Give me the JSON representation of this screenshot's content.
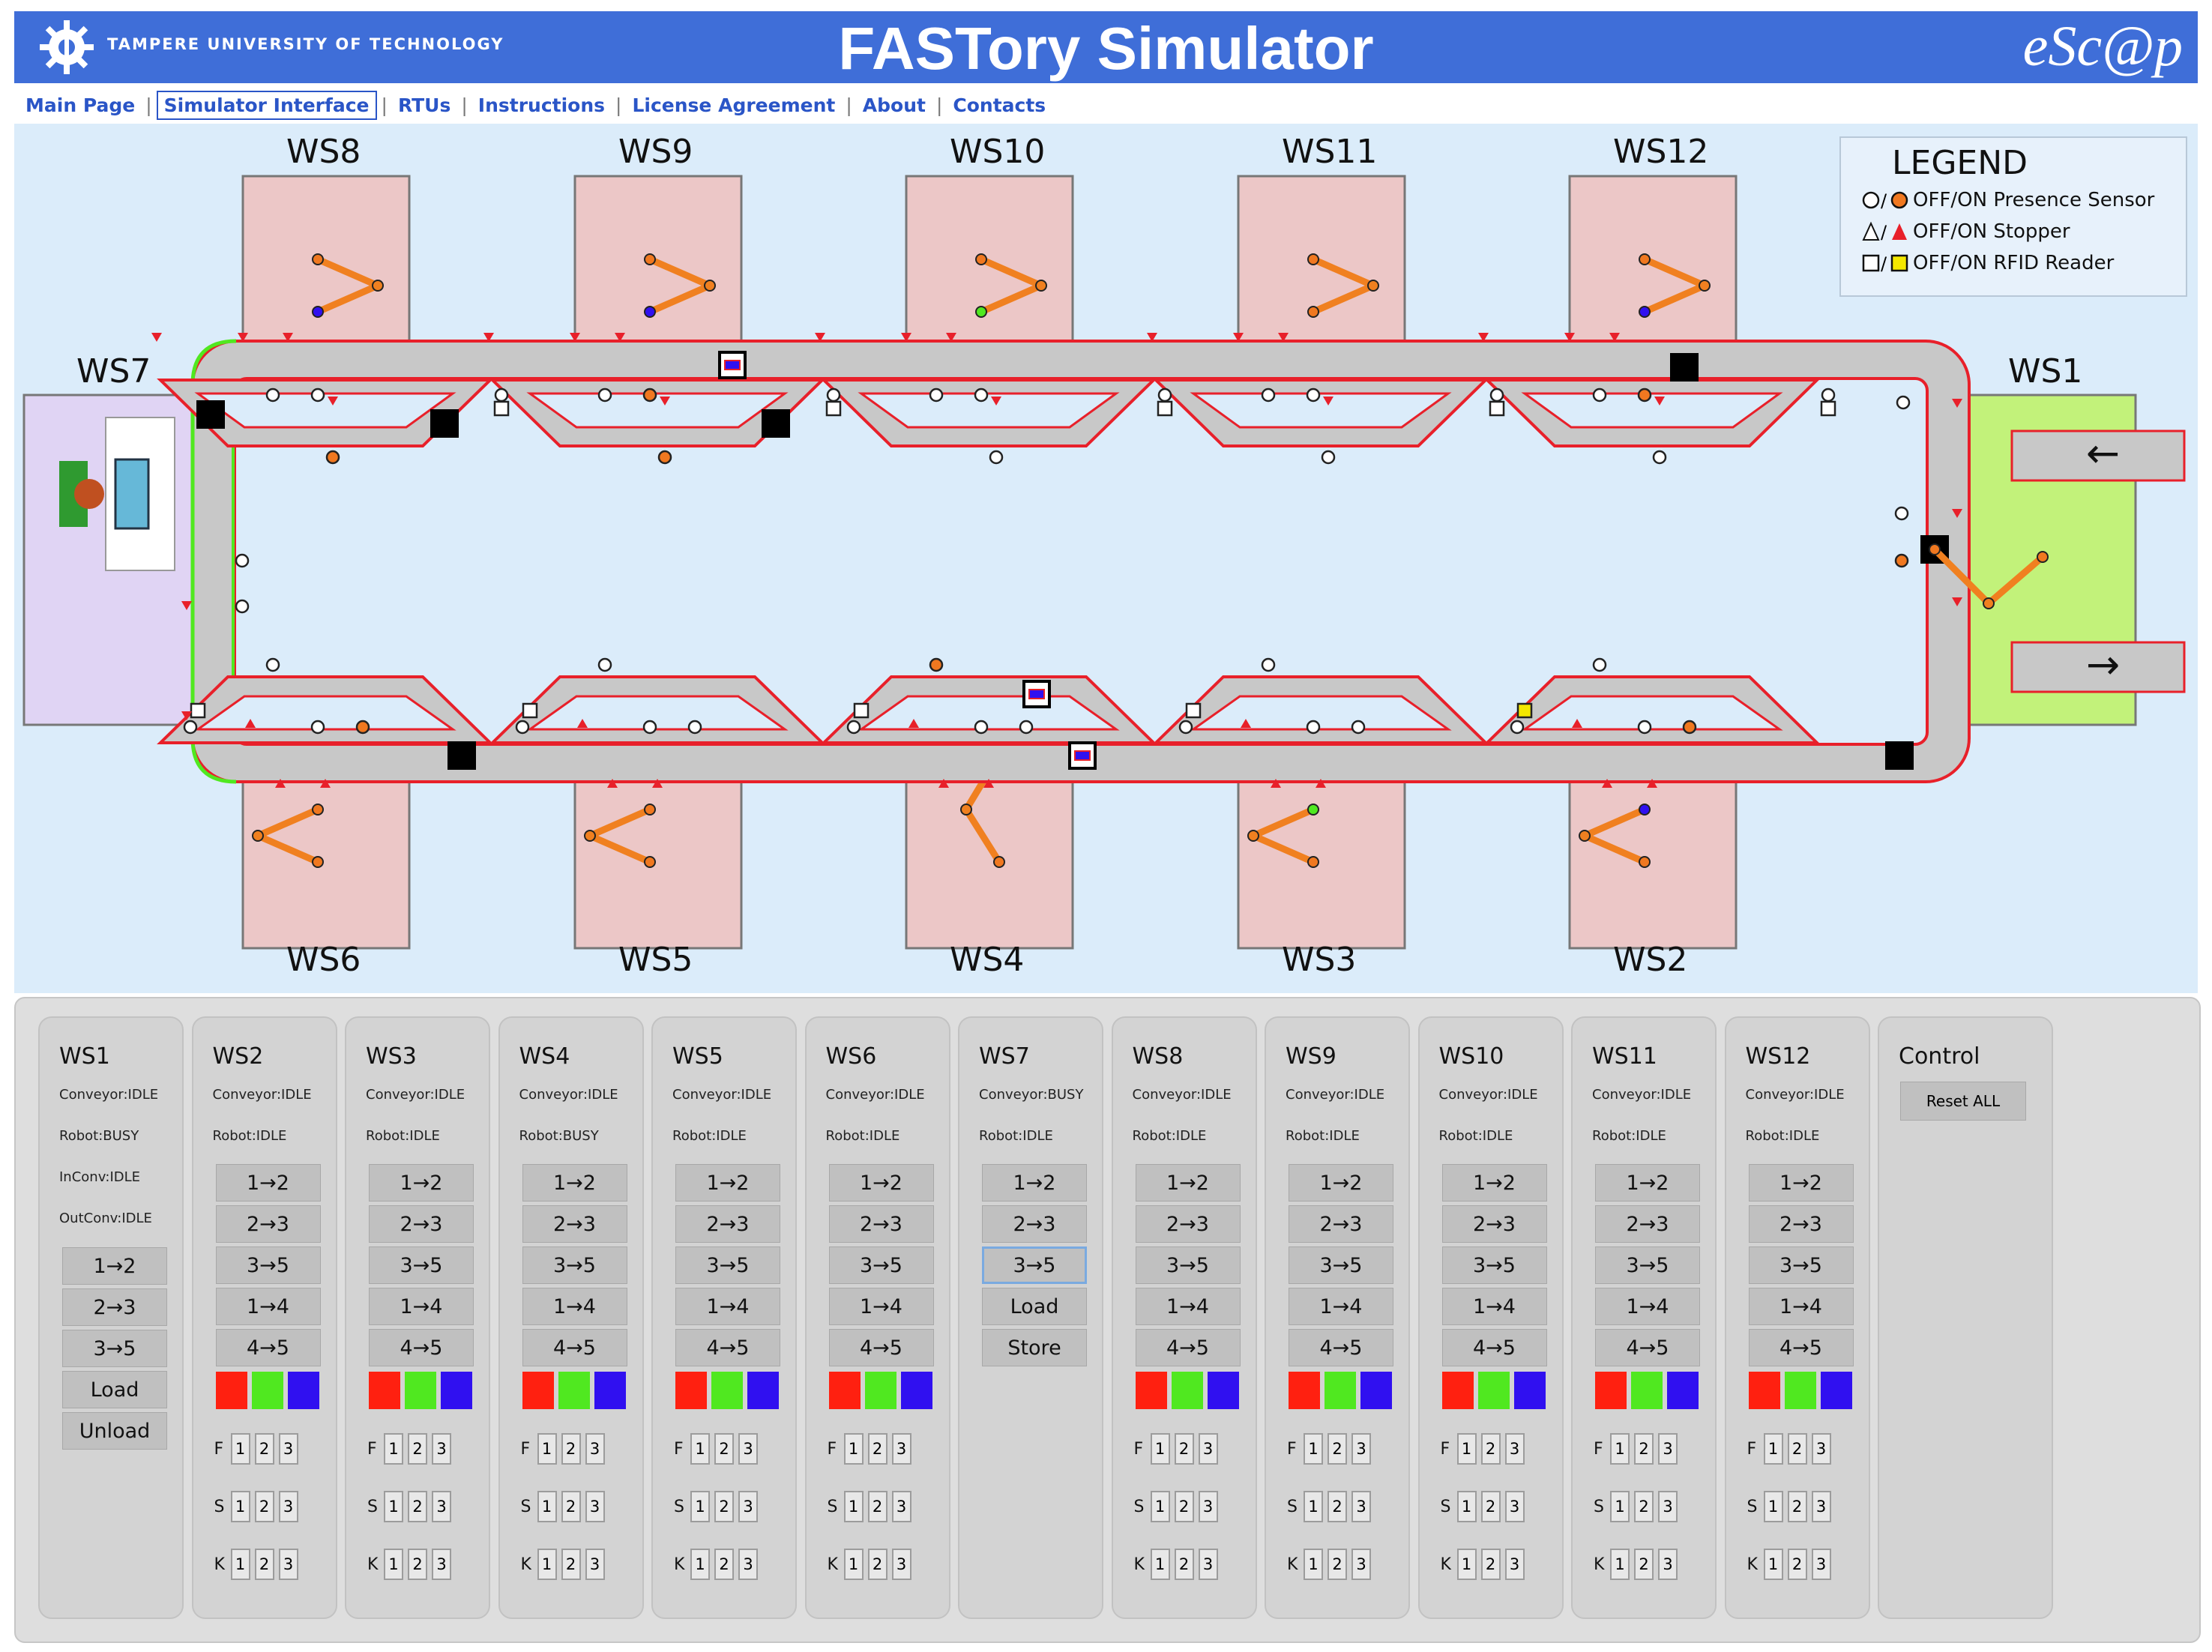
{
  "header": {
    "university": "TAMPERE UNIVERSITY OF TECHNOLOGY",
    "title": "FASTory Simulator",
    "brand": "eSc@p"
  },
  "nav": {
    "items": [
      {
        "label": "Main Page",
        "active": false
      },
      {
        "label": "Simulator Interface",
        "active": true
      },
      {
        "label": "RTUs",
        "active": false
      },
      {
        "label": "Instructions",
        "active": false
      },
      {
        "label": "License Agreement",
        "active": false
      },
      {
        "label": "About",
        "active": false
      },
      {
        "label": "Contacts",
        "active": false
      }
    ]
  },
  "sim": {
    "top_stations": [
      "WS8",
      "WS9",
      "WS10",
      "WS11",
      "WS12"
    ],
    "bottom_stations": [
      "WS6",
      "WS5",
      "WS4",
      "WS3",
      "WS2"
    ],
    "left_station": "WS7",
    "right_station": "WS1",
    "in_arrow": "←",
    "out_arrow": "→"
  },
  "legend": {
    "title": "LEGEND",
    "items": [
      {
        "symbol": "presence-sensor",
        "label": "OFF/ON Presence Sensor"
      },
      {
        "symbol": "stopper",
        "label": "OFF/ON Stopper"
      },
      {
        "symbol": "rfid-reader",
        "label": "OFF/ON RFID Reader"
      }
    ],
    "sep": "/"
  },
  "colors": {
    "accent": "#3f6ed8",
    "conveyor_edge": "#e8202a",
    "robot_arm": "#f08020",
    "pen_red": "#ff2010",
    "pen_green": "#50e820",
    "pen_blue": "#3010f0",
    "cell_station": "#ecc7c7",
    "ws7_area": "#e0d4f4",
    "ws1_area": "#c2f27a"
  },
  "panel": {
    "stations": [
      {
        "name": "WS1",
        "conveyor": "Conveyor:IDLE",
        "robot": "Robot:BUSY",
        "inconv": "InConv:IDLE",
        "outconv": "OutConv:IDLE",
        "buttons": [
          "1→2",
          "2→3",
          "3→5",
          "Load",
          "Unload"
        ]
      },
      {
        "name": "WS2",
        "conveyor": "Conveyor:IDLE",
        "robot": "Robot:IDLE",
        "buttons": [
          "1→2",
          "2→3",
          "3→5",
          "1→4",
          "4→5"
        ]
      },
      {
        "name": "WS3",
        "conveyor": "Conveyor:IDLE",
        "robot": "Robot:IDLE",
        "buttons": [
          "1→2",
          "2→3",
          "3→5",
          "1→4",
          "4→5"
        ]
      },
      {
        "name": "WS4",
        "conveyor": "Conveyor:IDLE",
        "robot": "Robot:BUSY",
        "buttons": [
          "1→2",
          "2→3",
          "3→5",
          "1→4",
          "4→5"
        ]
      },
      {
        "name": "WS5",
        "conveyor": "Conveyor:IDLE",
        "robot": "Robot:IDLE",
        "buttons": [
          "1→2",
          "2→3",
          "3→5",
          "1→4",
          "4→5"
        ]
      },
      {
        "name": "WS6",
        "conveyor": "Conveyor:IDLE",
        "robot": "Robot:IDLE",
        "buttons": [
          "1→2",
          "2→3",
          "3→5",
          "1→4",
          "4→5"
        ]
      },
      {
        "name": "WS7",
        "conveyor": "Conveyor:BUSY",
        "robot": "Robot:IDLE",
        "buttons": [
          "1→2",
          "2→3",
          "3→5",
          "Load",
          "Store"
        ]
      },
      {
        "name": "WS8",
        "conveyor": "Conveyor:IDLE",
        "robot": "Robot:IDLE",
        "buttons": [
          "1→2",
          "2→3",
          "3→5",
          "1→4",
          "4→5"
        ]
      },
      {
        "name": "WS9",
        "conveyor": "Conveyor:IDLE",
        "robot": "Robot:IDLE",
        "buttons": [
          "1→2",
          "2→3",
          "3→5",
          "1→4",
          "4→5"
        ]
      },
      {
        "name": "WS10",
        "conveyor": "Conveyor:IDLE",
        "robot": "Robot:IDLE",
        "buttons": [
          "1→2",
          "2→3",
          "3→5",
          "1→4",
          "4→5"
        ]
      },
      {
        "name": "WS11",
        "conveyor": "Conveyor:IDLE",
        "robot": "Robot:IDLE",
        "buttons": [
          "1→2",
          "2→3",
          "3→5",
          "1→4",
          "4→5"
        ]
      },
      {
        "name": "WS12",
        "conveyor": "Conveyor:IDLE",
        "robot": "Robot:IDLE",
        "buttons": [
          "1→2",
          "2→3",
          "3→5",
          "1→4",
          "4→5"
        ]
      }
    ],
    "grid_rows": [
      "F",
      "S",
      "K"
    ],
    "grid_cols": [
      "1",
      "2",
      "3"
    ],
    "control": {
      "title": "Control",
      "reset_label": "Reset ALL"
    }
  }
}
